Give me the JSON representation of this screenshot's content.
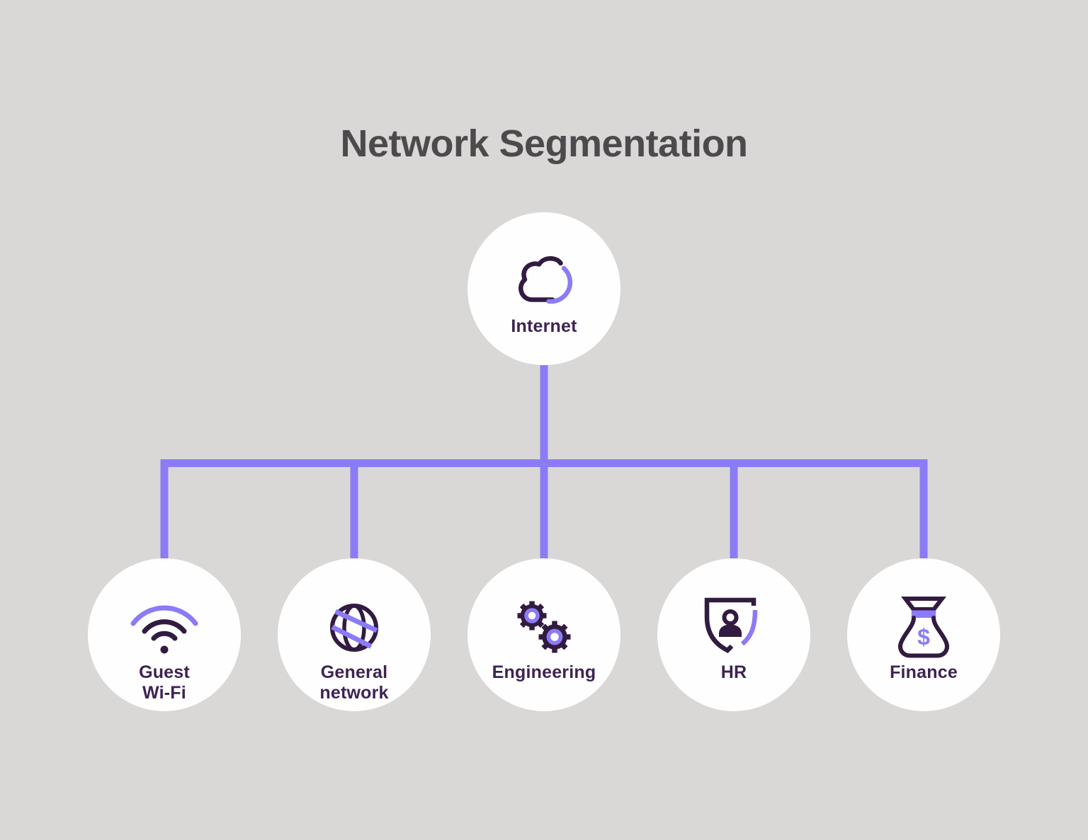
{
  "title": "Network Segmentation",
  "colors": {
    "background": "#d9d8d6",
    "node-fill": "#fefefe",
    "accent": "#8b7bf6",
    "ink": "#321b40",
    "label": "#3d2353",
    "title-color": "#4c4a4c"
  },
  "root": {
    "label": "Internet",
    "icon": "cloud-icon"
  },
  "nodes": [
    {
      "label": "Guest\nWi-Fi",
      "icon": "wifi-icon"
    },
    {
      "label": "General\nnetwork",
      "icon": "globe-icon"
    },
    {
      "label": "Engineering",
      "icon": "gears-icon"
    },
    {
      "label": "HR",
      "icon": "shield-person-icon"
    },
    {
      "label": "Finance",
      "icon": "money-bag-icon"
    }
  ]
}
